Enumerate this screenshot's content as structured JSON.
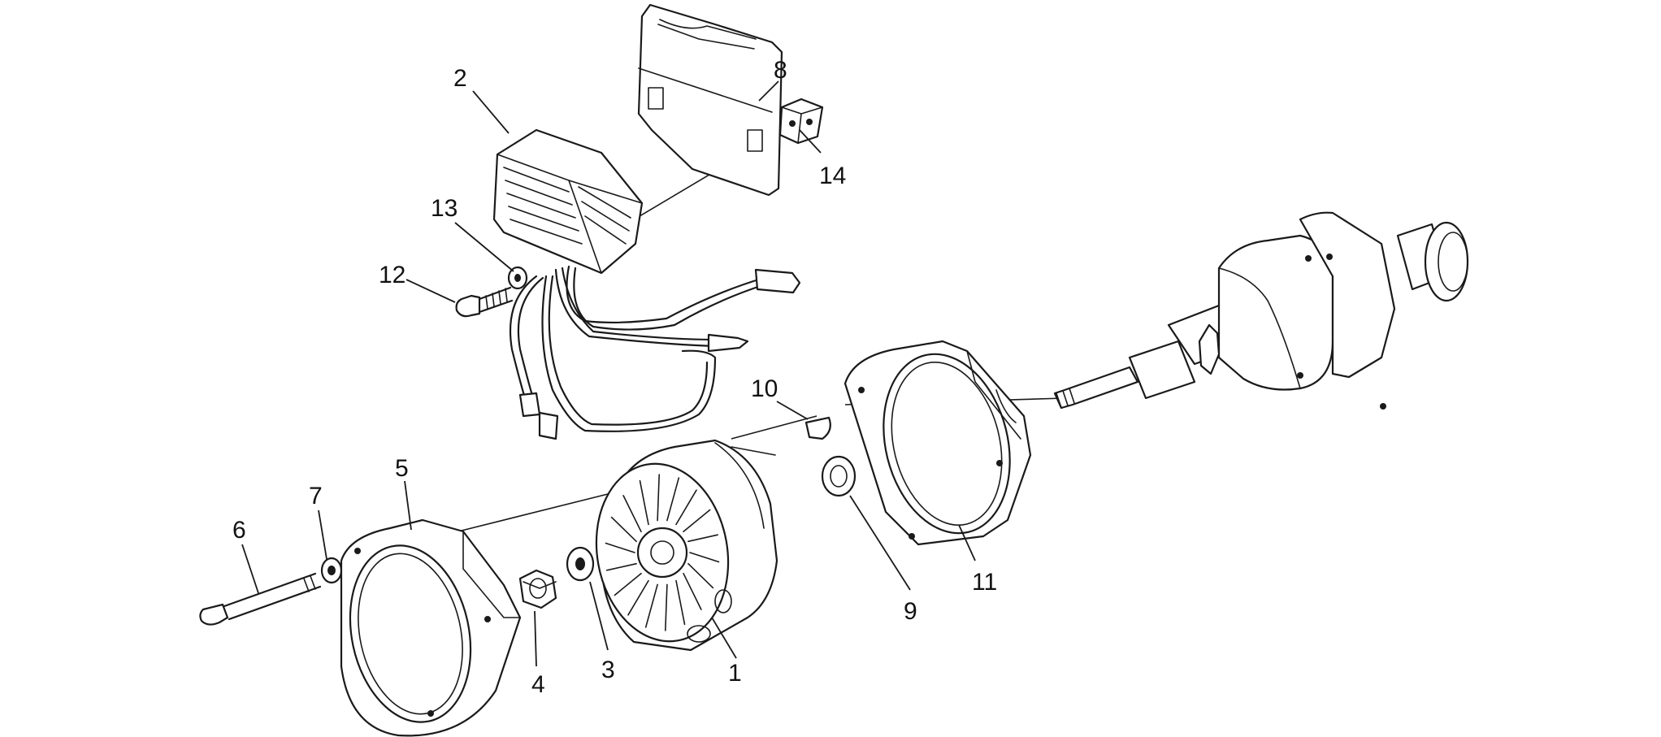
{
  "callouts": [
    {
      "id": "1",
      "text": "1"
    },
    {
      "id": "2",
      "text": "2"
    },
    {
      "id": "3",
      "text": "3"
    },
    {
      "id": "4",
      "text": "4"
    },
    {
      "id": "5",
      "text": "5"
    },
    {
      "id": "6",
      "text": "6"
    },
    {
      "id": "7",
      "text": "7"
    },
    {
      "id": "8",
      "text": "8"
    },
    {
      "id": "9",
      "text": "9"
    },
    {
      "id": "10",
      "text": "10"
    },
    {
      "id": "11",
      "text": "11"
    },
    {
      "id": "12",
      "text": "12"
    },
    {
      "id": "13",
      "text": "13"
    },
    {
      "id": "14",
      "text": "14"
    }
  ],
  "colors": {
    "line": "#1a1a1a",
    "background": "#ffffff"
  }
}
